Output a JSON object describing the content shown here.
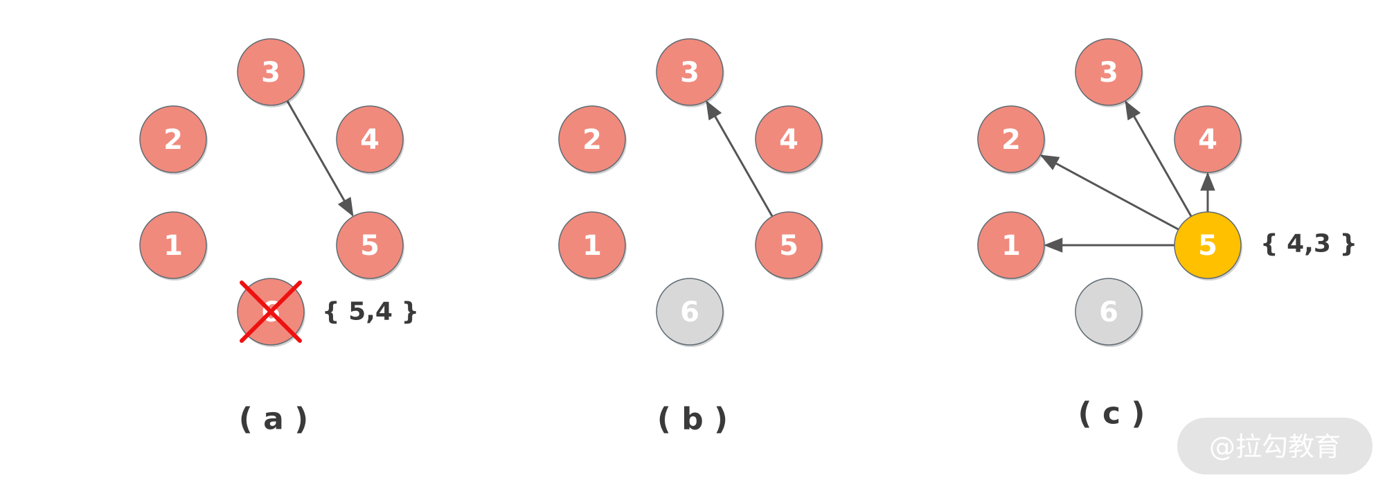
{
  "colors": {
    "node_fill": "#f08a7d",
    "node_removed_fill": "#d8d8d8",
    "node_active_fill": "#ffc000",
    "node_stroke": "#5f6b73",
    "edge": "#555555",
    "cross": "#ee1111",
    "text_dark": "#3a3a3a",
    "watermark_bg": "#e4e4e4"
  },
  "panels": [
    {
      "caption": "( a )",
      "annotation": "{ 5,4 }",
      "nodes": [
        {
          "id": "1",
          "label": "1",
          "state": "normal"
        },
        {
          "id": "2",
          "label": "2",
          "state": "normal"
        },
        {
          "id": "3",
          "label": "3",
          "state": "normal"
        },
        {
          "id": "4",
          "label": "4",
          "state": "normal"
        },
        {
          "id": "5",
          "label": "5",
          "state": "normal"
        },
        {
          "id": "6",
          "label": "6",
          "state": "crossed"
        }
      ],
      "edges": [
        {
          "from": "3",
          "to": "5"
        }
      ]
    },
    {
      "caption": "( b )",
      "annotation": "",
      "nodes": [
        {
          "id": "1",
          "label": "1",
          "state": "normal"
        },
        {
          "id": "2",
          "label": "2",
          "state": "normal"
        },
        {
          "id": "3",
          "label": "3",
          "state": "normal"
        },
        {
          "id": "4",
          "label": "4",
          "state": "normal"
        },
        {
          "id": "5",
          "label": "5",
          "state": "normal"
        },
        {
          "id": "6",
          "label": "6",
          "state": "removed"
        }
      ],
      "edges": [
        {
          "from": "5",
          "to": "3"
        }
      ]
    },
    {
      "caption": "( c )",
      "annotation": "{ 4,3 }",
      "nodes": [
        {
          "id": "1",
          "label": "1",
          "state": "normal"
        },
        {
          "id": "2",
          "label": "2",
          "state": "normal"
        },
        {
          "id": "3",
          "label": "3",
          "state": "normal"
        },
        {
          "id": "4",
          "label": "4",
          "state": "normal"
        },
        {
          "id": "5",
          "label": "5",
          "state": "active"
        },
        {
          "id": "6",
          "label": "6",
          "state": "removed"
        }
      ],
      "edges": [
        {
          "from": "5",
          "to": "1"
        },
        {
          "from": "5",
          "to": "2"
        },
        {
          "from": "5",
          "to": "3"
        },
        {
          "from": "5",
          "to": "4"
        }
      ]
    }
  ],
  "watermark": "@拉勾教育"
}
